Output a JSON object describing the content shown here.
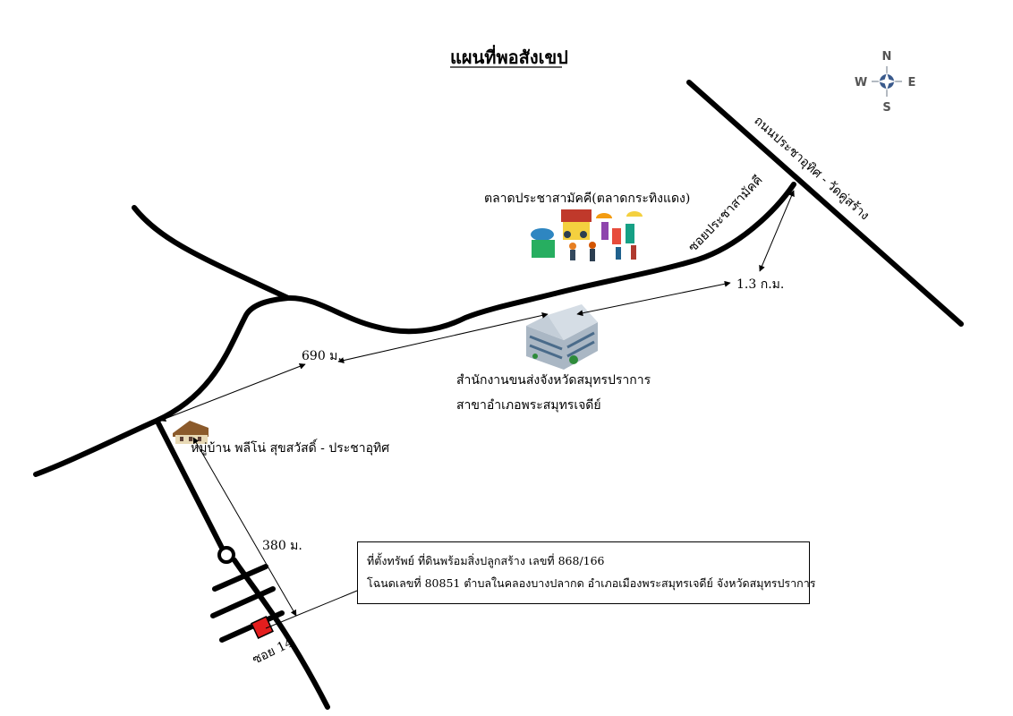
{
  "title": "แผนที่พอสังเขป",
  "compass": {
    "n": "N",
    "s": "S",
    "e": "E",
    "w": "W"
  },
  "roads": {
    "main_road": "ถนนประชาอุทิศ - วัดคู่สร้าง",
    "soi_prachasamakkhi": "ซอยประชาสามัคคี",
    "soi_14": "ซอย 14"
  },
  "landmarks": {
    "market": "ตลาดประชาสามัคคี(ตลาดกระทิงแดง)",
    "office_line1": "สำนักงานขนส่งจังหวัดสมุทรปราการ",
    "office_line2": "สาขาอำเภอพระสมุทรเจดีย์",
    "village": "หมู่บ้าน พลีโน่ สุขสวัสดิ์ - ประชาอุทิศ"
  },
  "distances": {
    "d1": "1.3 ก.ม.",
    "d2": "690 ม.",
    "d3": "380 ม."
  },
  "property": {
    "line1": "ที่ตั้งทรัพย์ ที่ดินพร้อมสิ่งปลูกสร้าง เลขที่ 868/166",
    "line2": "โฉนดเลขที่ 80851  ตำบลในคลองบางปลากด  อำเภอเมืองพระสมุทรเจดีย์ จังหวัดสมุทรปราการ"
  },
  "colors": {
    "road": "#000000",
    "property_marker": "#e41e1e",
    "compass": "#3a5a8c"
  },
  "icons": [
    "compass-icon",
    "market-icon",
    "office-building-icon",
    "house-icon"
  ]
}
